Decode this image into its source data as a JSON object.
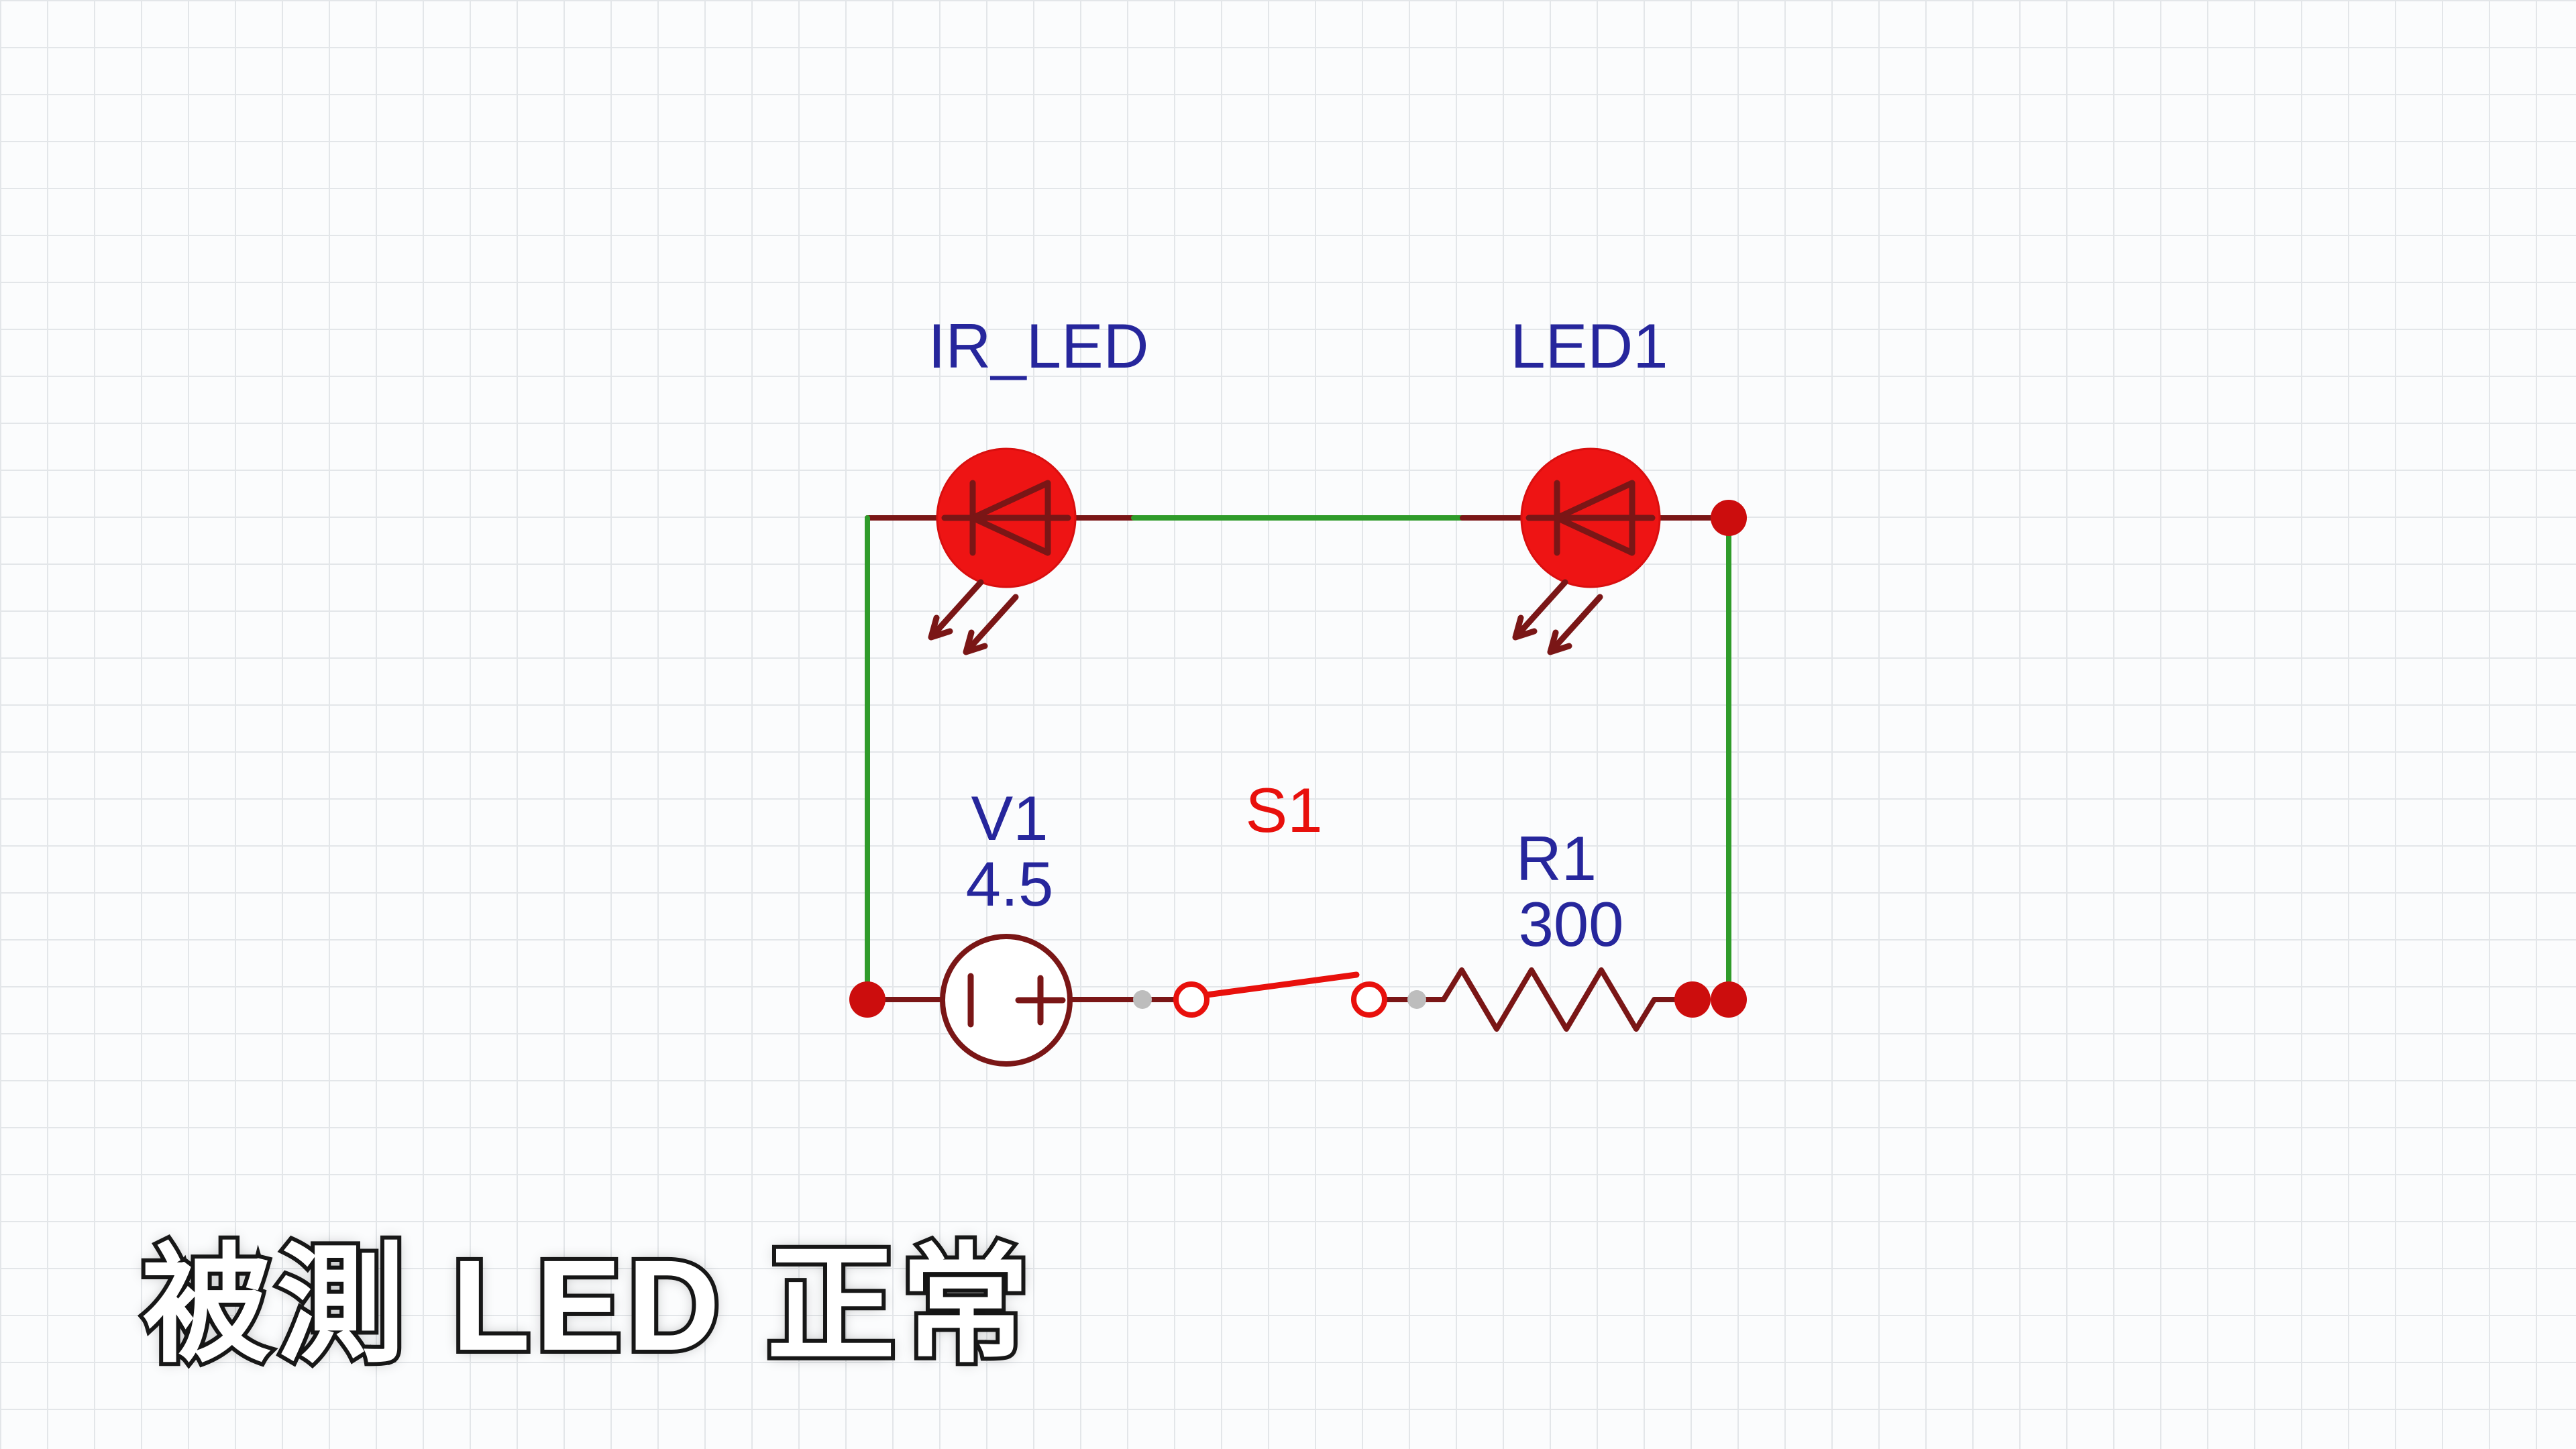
{
  "colors": {
    "wire_green": "#2f9b2a",
    "wire_maroon": "#7a1616",
    "led_red": "#ee1414",
    "switch_red": "#e8100c",
    "label_blue": "#26269c",
    "junction_red": "#cc0d0d",
    "terminal_gray": "#bdbdbd",
    "caption_fill": "#ffffff",
    "caption_outline": "#1a1a1a",
    "grid_line": "#e3e6e9",
    "background": "#fbfcfd"
  },
  "schematic": {
    "ir_led": {
      "label": "IR_LED",
      "type": "led"
    },
    "led1": {
      "label": "LED1",
      "type": "led"
    },
    "v1": {
      "name": "V1",
      "value": "4.5",
      "type": "voltage-source",
      "minus_terminal": "-",
      "plus_terminal": "+"
    },
    "s1": {
      "name": "S1",
      "type": "switch",
      "state": "open"
    },
    "r1": {
      "name": "R1",
      "value": "300",
      "type": "resistor"
    }
  },
  "caption": {
    "text": "被測 LED 正常"
  }
}
